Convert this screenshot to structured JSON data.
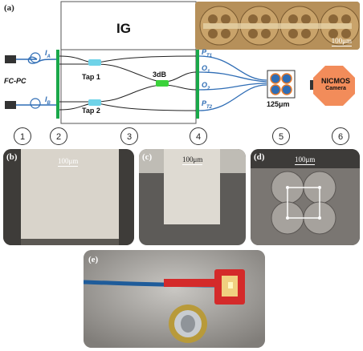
{
  "panel_labels": {
    "a": "(a)",
    "b": "(b)",
    "c": "(c)",
    "d": "(d)",
    "e": "(e)"
  },
  "chip": {
    "title": "IG",
    "tap1": "Tap 1",
    "tap2": "Tap 2",
    "coupler": "3dB"
  },
  "ports": {
    "in_a": "I",
    "in_a_sub": "A",
    "in_b": "I",
    "in_b_sub": "B",
    "pt1": "P",
    "pt1_sub": "T1",
    "o1": "O",
    "o1_sub": "1",
    "o2": "O",
    "o2_sub": "2",
    "pt2": "P",
    "pt2_sub": "T2"
  },
  "connector": "FC-PC",
  "fiber_bundle": "125μm",
  "camera": {
    "name": "NICMOS",
    "sub": "Camera",
    "color": "#f28c5a"
  },
  "micro_scale": "100μm",
  "photo_scales": {
    "b": "100μm",
    "c": "100μm",
    "d": "100μm"
  },
  "stage_numbers": [
    "1",
    "2",
    "3",
    "4",
    "5",
    "6"
  ],
  "colors": {
    "fiber": "#2f6db5",
    "coupler_green": "#3bd23b",
    "tap_cyan": "#6fd3e8",
    "edge_green": "#1aa84a"
  }
}
